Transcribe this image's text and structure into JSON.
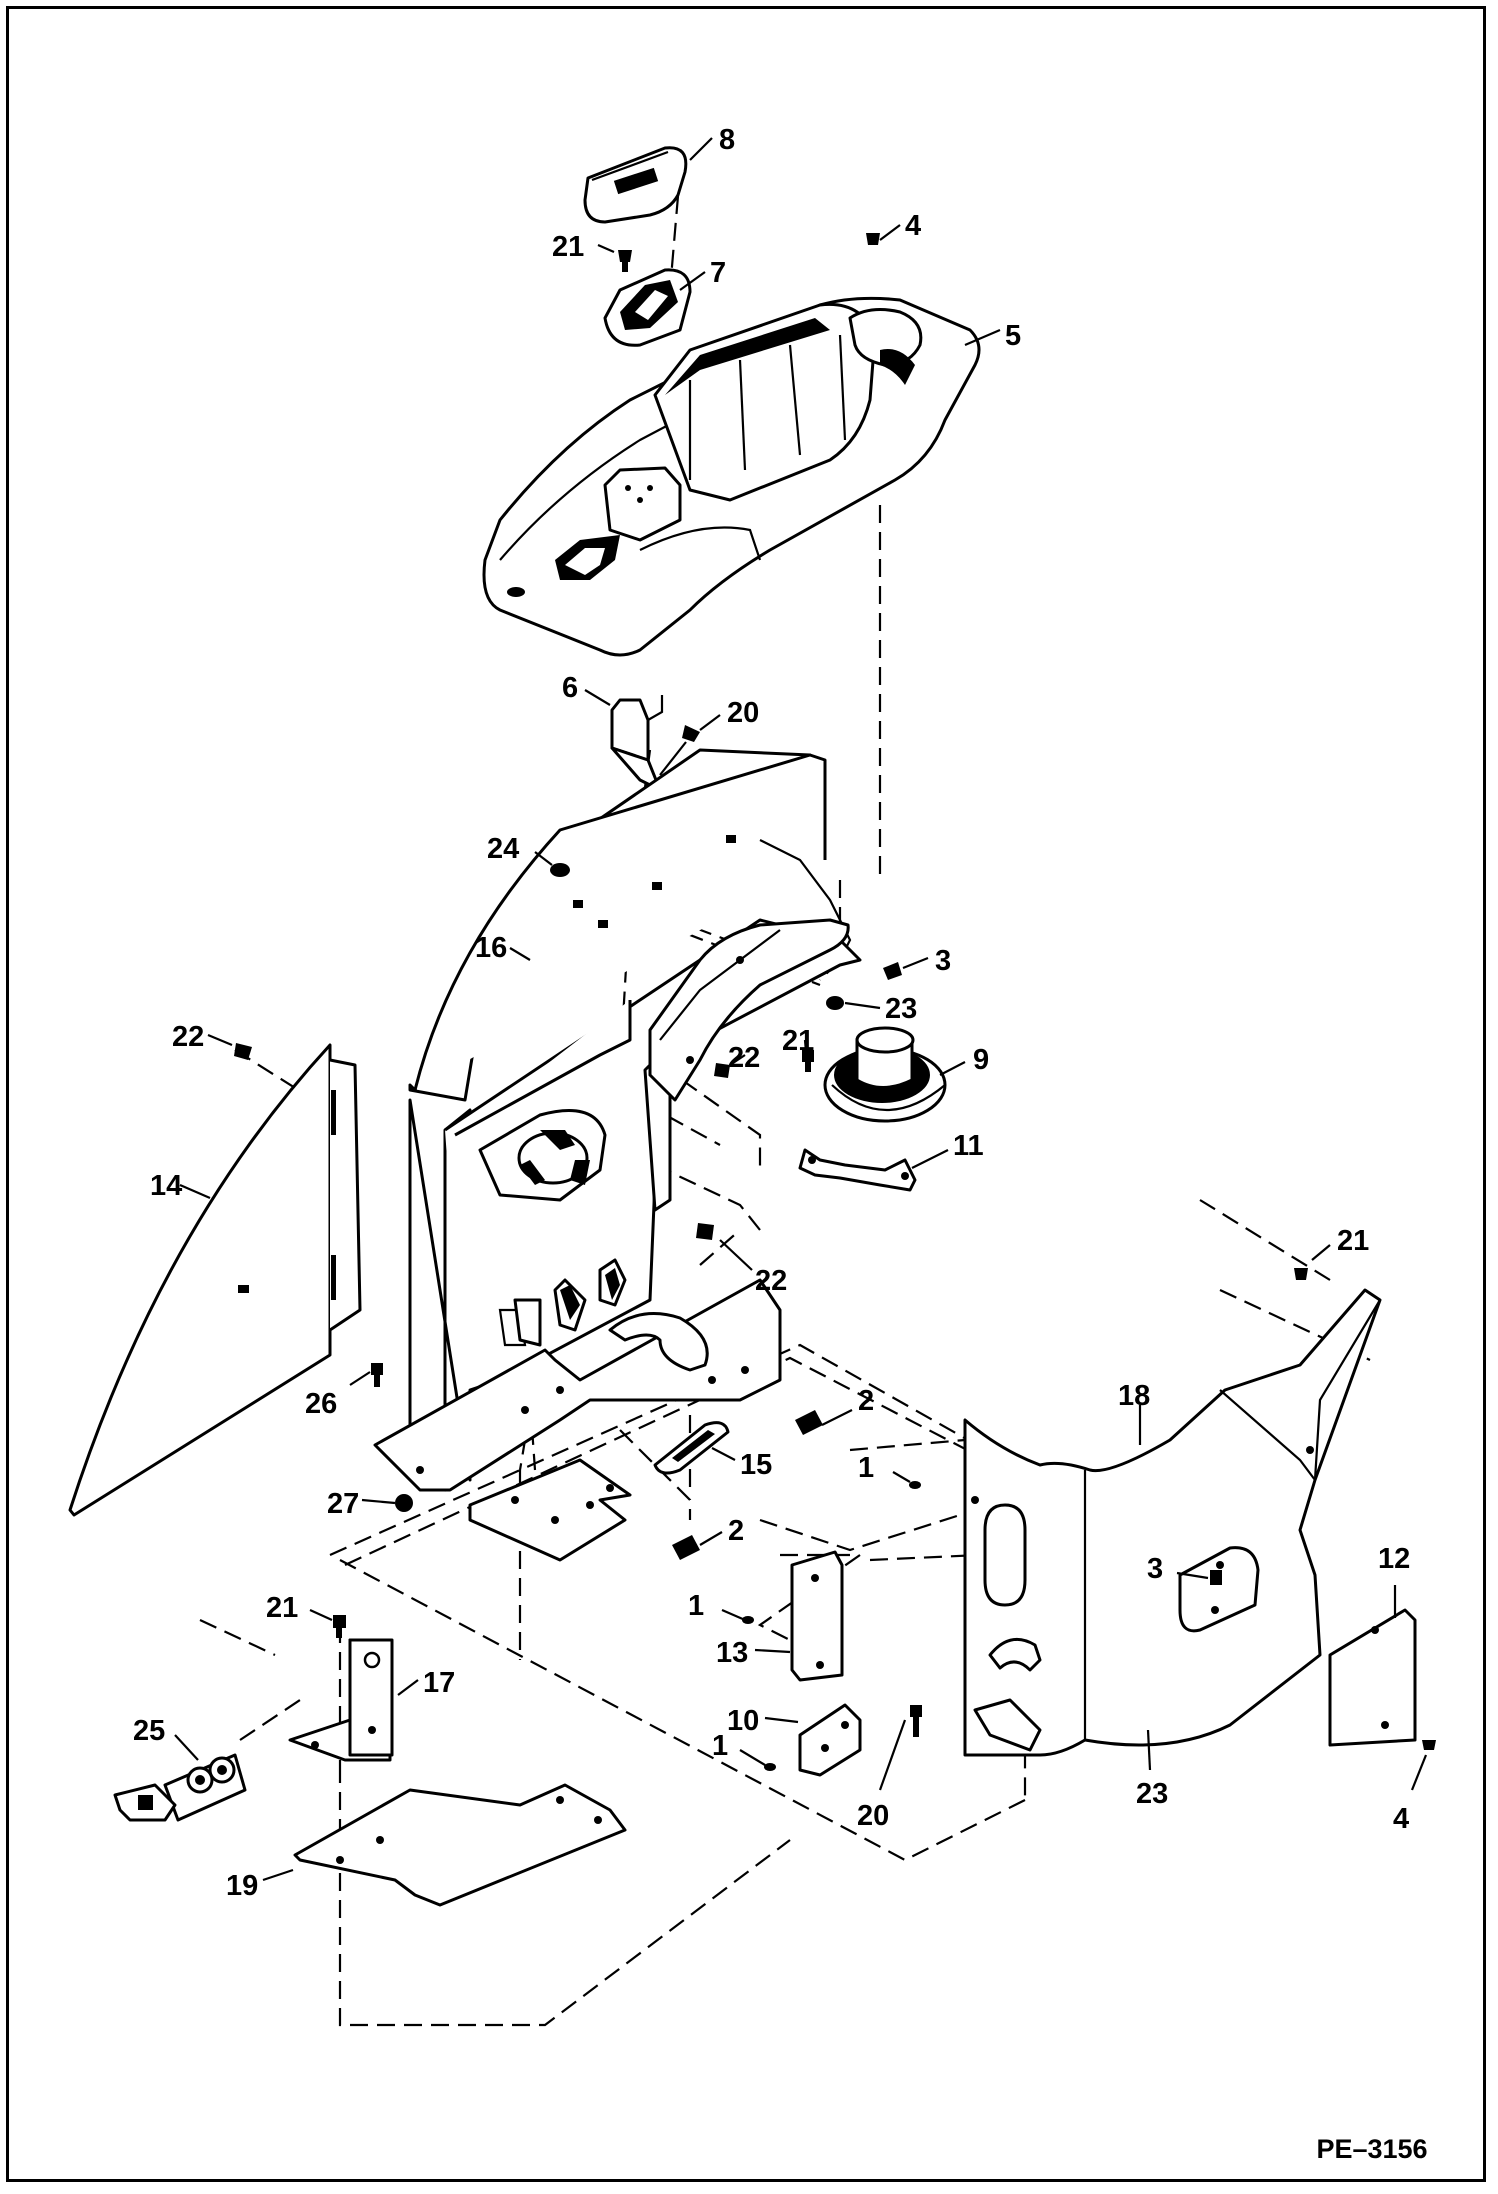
{
  "drawing_code": "PE–3156",
  "callouts": [
    {
      "id": "c8",
      "text": "8"
    },
    {
      "id": "c21a",
      "text": "21"
    },
    {
      "id": "c7",
      "text": "7"
    },
    {
      "id": "c4a",
      "text": "4"
    },
    {
      "id": "c5",
      "text": "5"
    },
    {
      "id": "c6",
      "text": "6"
    },
    {
      "id": "c20a",
      "text": "20"
    },
    {
      "id": "c24",
      "text": "24"
    },
    {
      "id": "c16",
      "text": "16"
    },
    {
      "id": "c3a",
      "text": "3"
    },
    {
      "id": "c23a",
      "text": "23"
    },
    {
      "id": "c22a",
      "text": "22"
    },
    {
      "id": "c21b",
      "text": "21"
    },
    {
      "id": "c22b",
      "text": "22"
    },
    {
      "id": "c9",
      "text": "9"
    },
    {
      "id": "c11",
      "text": "11"
    },
    {
      "id": "c14",
      "text": "14"
    },
    {
      "id": "c22c",
      "text": "22"
    },
    {
      "id": "c21c",
      "text": "21"
    },
    {
      "id": "c26",
      "text": "26"
    },
    {
      "id": "c2a",
      "text": "2"
    },
    {
      "id": "c18",
      "text": "18"
    },
    {
      "id": "c15",
      "text": "15"
    },
    {
      "id": "c1a",
      "text": "1"
    },
    {
      "id": "c27",
      "text": "27"
    },
    {
      "id": "c2b",
      "text": "2"
    },
    {
      "id": "c3b",
      "text": "3"
    },
    {
      "id": "c12",
      "text": "12"
    },
    {
      "id": "c1b",
      "text": "1"
    },
    {
      "id": "c21d",
      "text": "21"
    },
    {
      "id": "c13",
      "text": "13"
    },
    {
      "id": "c17",
      "text": "17"
    },
    {
      "id": "c25",
      "text": "25"
    },
    {
      "id": "c10",
      "text": "10"
    },
    {
      "id": "c1c",
      "text": "1"
    },
    {
      "id": "c20b",
      "text": "20"
    },
    {
      "id": "c23b",
      "text": "23"
    },
    {
      "id": "c4b",
      "text": "4"
    },
    {
      "id": "c19",
      "text": "19"
    }
  ]
}
